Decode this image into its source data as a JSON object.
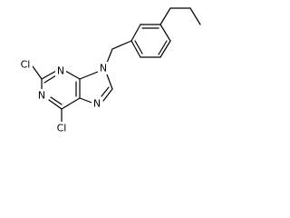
{
  "molecule": {
    "atoms": {
      "cl_top": "Cl",
      "cl_bottom": "Cl",
      "n1": "N",
      "n3": "N",
      "n7": "N",
      "n9": "N"
    },
    "colors": {
      "bond": "#000000",
      "label": "#000000",
      "background": "#ffffff"
    }
  }
}
